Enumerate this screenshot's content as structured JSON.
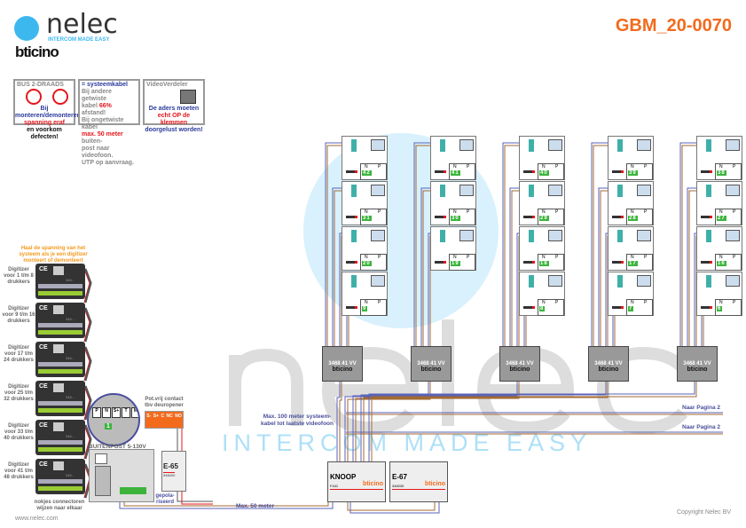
{
  "header": {
    "brand": "nelec",
    "tagline": "INTERCOM MADE EASY",
    "partner": "bticino",
    "doc_code": "GBM_20-0070"
  },
  "info_boxes": {
    "bus": {
      "title": "BUS 2-DRAADS",
      "line1": "Bij monteren/demonteren",
      "line2": "spanning eraf",
      "line3": "en voorkom defecten!"
    },
    "cable": {
      "title": "= systeemkabel",
      "l1": "Bij andere getwiste",
      "l2a": "kabel ",
      "l2b": "66%",
      "l2c": " afstand!",
      "l3": "Bij ongetwiste kabel",
      "l4a": "max. 50 meter",
      "l4b": " buiten-",
      "l5": "post naar videofoon.",
      "l6": "UTP op aanvraag."
    },
    "splitter": {
      "title": "VideoVerdeler",
      "l1": "De aders moeten",
      "l2": "echt OP de klemmen",
      "l3": "doorgelust worden!"
    }
  },
  "digitizer_warning": "Haal de spanning van het systeem als je een digitizer monteert of demonteert",
  "digitizers": [
    {
      "label": "Digitizer voor 1 t/m 8 drukkers",
      "code": "346..."
    },
    {
      "label": "Digitizer voor 9 t/m 16 drukkers",
      "code": "346..."
    },
    {
      "label": "Digitizer voor 17 t/m 24 drukkers",
      "code": "346..."
    },
    {
      "label": "Digitizer voor 25 t/m 32 drukkers",
      "code": "346..."
    },
    {
      "label": "Digitizer voor 33 t/m 40 drukkers",
      "code": "346..."
    },
    {
      "label": "Digitizer voor 41 t/m 48 drukkers",
      "code": "346..."
    }
  ],
  "connector_note": "nokjes connectoren wijzen naar elkaar",
  "zoom_terminals": [
    "P",
    "N",
    "S+",
    "T",
    "M"
  ],
  "zoom_marker": "1",
  "outdoor_panel": "BUITENPOST 5-130V",
  "contact": {
    "title": "Pot.vrij contact tbv deuropener",
    "terminals": [
      "S-",
      "S+",
      "C",
      "NC",
      "NO"
    ]
  },
  "e65": {
    "name": "E-65",
    "code": "346020"
  },
  "polarised": "gepola- riseerd",
  "knoop": {
    "name": "KNOOP",
    "code": "F441",
    "brand": "bticino"
  },
  "e67": {
    "name": "E-67",
    "code": "346030",
    "brand": "bticino"
  },
  "notes": {
    "max100": "Max. 100 meter systeem- kabel tot laatste videofoon",
    "max50": "Max. 50 meter",
    "page2_a": "Naar Pagina 2",
    "page2_b": "Naar Pagina 2"
  },
  "distributor": {
    "code": "3468 41",
    "suffix": "VV",
    "brand": "bticino"
  },
  "unit_columns": [
    {
      "apartments": [
        "42",
        "31",
        "20",
        "9"
      ]
    },
    {
      "apartments": [
        "41",
        "30",
        "19"
      ]
    },
    {
      "apartments": [
        "40",
        "29",
        "18",
        "8"
      ]
    },
    {
      "apartments": [
        "39",
        "28",
        "17",
        "7"
      ]
    },
    {
      "apartments": [
        "38",
        "27",
        "16",
        "6"
      ]
    }
  ],
  "unit_labels": {
    "n": "N",
    "p": "P"
  },
  "watermark": {
    "word": "nelec",
    "tagline": "INTERCOM MADE EASY"
  },
  "footer": {
    "url": "www.nelec.com",
    "copyright": "Copyright Nelec BV"
  },
  "colors": {
    "brand_orange": "#f26b1d",
    "wire_blue": "#5a62b8",
    "wire_brown": "#a36a33",
    "green": "#3cb43c",
    "watermark_blue": "#aee0f7"
  }
}
